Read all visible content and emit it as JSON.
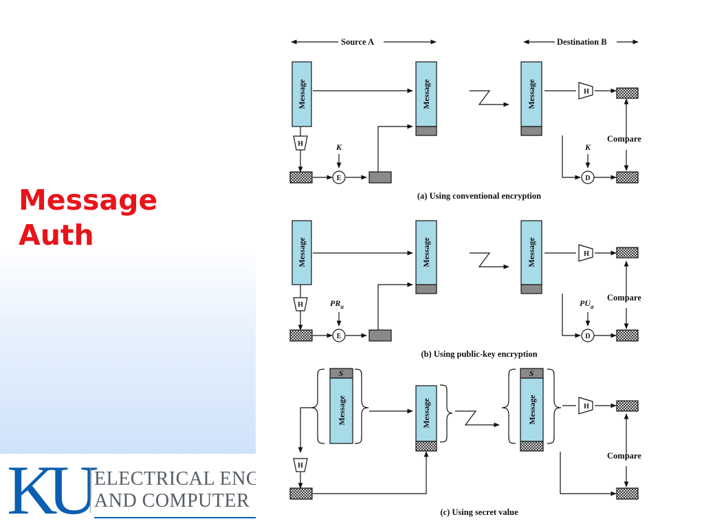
{
  "slide": {
    "title_line1": "Message",
    "title_line2": "Auth"
  },
  "footer": {
    "logo_text": "KU",
    "dept_line1": "ELECTRICAL ENGINEERING",
    "dept_line2": "AND COMPUTER SCIENCE"
  },
  "diagram": {
    "header": {
      "source": "Source A",
      "destination": "Destination B"
    },
    "message_label": "Message",
    "hash_label": "H",
    "encrypt_label": "E",
    "decrypt_label": "D",
    "secret_label": "S",
    "compare_label": "Compare",
    "panel_a": {
      "caption": "(a) Using conventional encryption",
      "enc_key": "K",
      "dec_key": "K"
    },
    "panel_b": {
      "caption": "(b) Using public-key encryption",
      "enc_key": "PR",
      "enc_key_sub": "a",
      "dec_key": "PU",
      "dec_key_sub": "a"
    },
    "panel_c": {
      "caption": "(c) Using secret value"
    }
  },
  "colors": {
    "title_red": "#e8141b",
    "message_fill": "#a8dbe8",
    "tag_fill": "#8a8a8a",
    "ku_blue": "#0a5fb0"
  }
}
